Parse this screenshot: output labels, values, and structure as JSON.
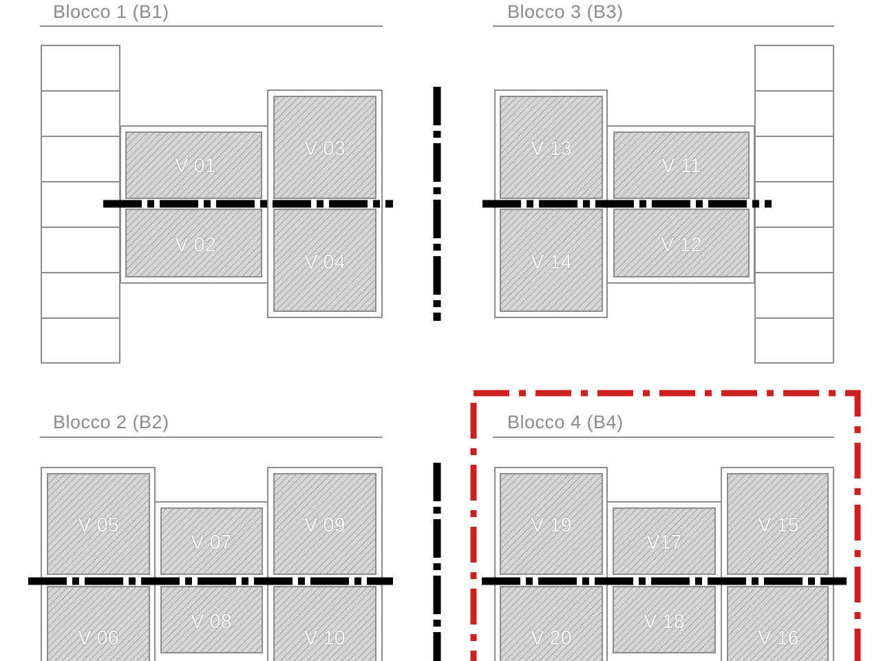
{
  "colors": {
    "line": "#8c8c8c",
    "hatch_bg": "#d6d6d6",
    "hatch_stroke": "#9a9a9a",
    "axis": "#000000",
    "highlight": "#cc1f1f",
    "label_fill": "#ffffff"
  },
  "blocks": [
    {
      "title": "Blocco 1 (B1)",
      "units": [
        "V 01",
        "V 02",
        "V 03",
        "V 04"
      ]
    },
    {
      "title": "Blocco 2 (B2)",
      "units": [
        "V 05",
        "V 06",
        "V 07",
        "V 08",
        "V 09",
        "V 10"
      ]
    },
    {
      "title": "Blocco 3 (B3)",
      "units": [
        "V 13",
        "V 14",
        "V 11",
        "V 12"
      ]
    },
    {
      "title": "Blocco 4 (B4)",
      "highlighted": true,
      "units": [
        "V 19",
        "V 20",
        "V17",
        "V 18",
        "V 15",
        "V 16"
      ]
    }
  ]
}
